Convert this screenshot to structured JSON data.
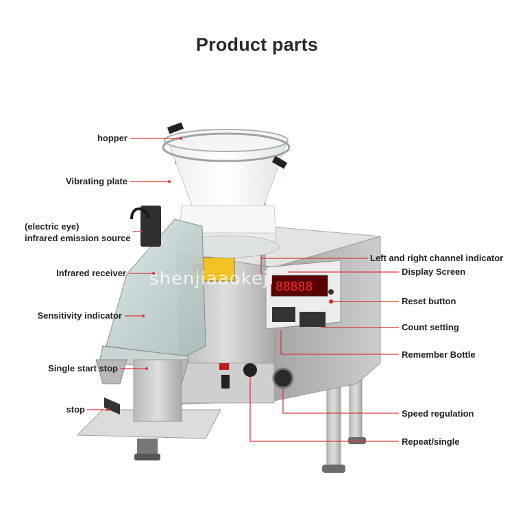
{
  "title": "Product parts",
  "watermark": "shenjiaaokeji",
  "colors": {
    "leader": "#d63a3a",
    "steel": "#c9c9c9",
    "display": "#d62020"
  },
  "labels": {
    "hopper": "hopper",
    "vibrating_plate": "Vibrating plate",
    "electric_eye_line1": "(electric eye)",
    "electric_eye_line2": "infrared emission source",
    "infrared_receiver": "Infrared receiver",
    "sensitivity_indicator": "Sensitivity indicator",
    "single_start_stop": "Single start stop",
    "stop": "stop",
    "channel_indicator": "Left and right channel indicator",
    "display_screen": "Display Screen",
    "reset_button": "Reset button",
    "count_setting": "Count setting",
    "remember_bottle": "Remember Bottle",
    "speed_regulation": "Speed regulation",
    "repeat_single": "Repeat/single"
  }
}
